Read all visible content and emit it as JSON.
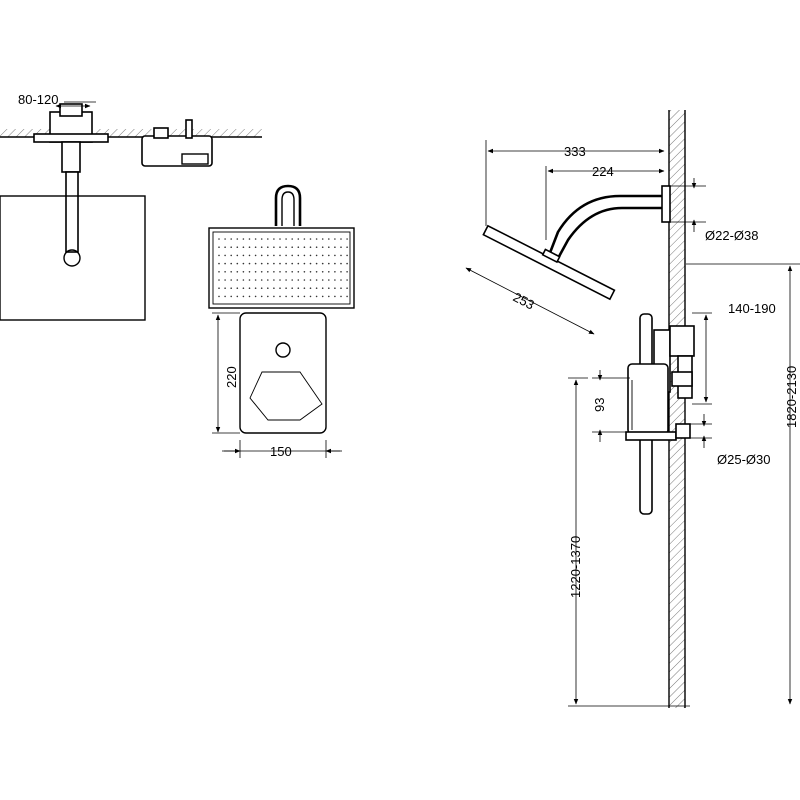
{
  "dimensions": {
    "overlay_depth": "80-120",
    "panel_height": "220",
    "panel_width": "150",
    "arm_reach": "333",
    "arm_offset": "224",
    "arm_pipe": "Ø22-Ø38",
    "head_size": "253",
    "valve_depth": "140-190",
    "valve_offset": "93",
    "valve_pipe": "Ø25-Ø30",
    "valve_height": "1220-1370",
    "head_height": "1820-2130"
  }
}
